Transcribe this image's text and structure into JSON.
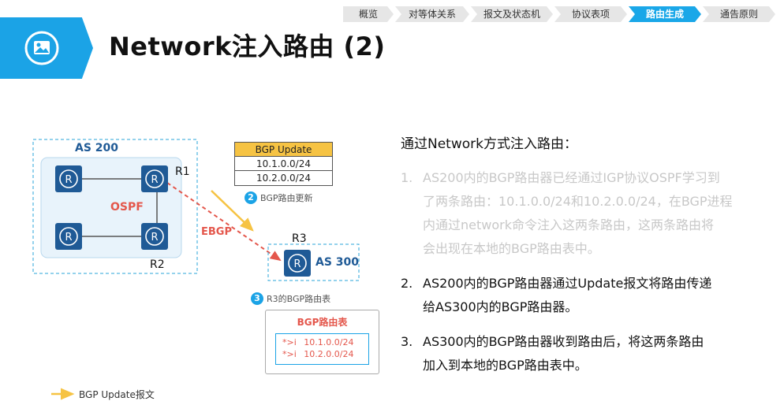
{
  "nav": {
    "items": [
      {
        "label": "概览",
        "active": false
      },
      {
        "label": "对等体关系",
        "active": false
      },
      {
        "label": "报文及状态机",
        "active": false
      },
      {
        "label": "协议表项",
        "active": false
      },
      {
        "label": "路由生成",
        "active": true
      },
      {
        "label": "通告原则",
        "active": false
      }
    ]
  },
  "header": {
    "title": "Network注入路由 (2)",
    "icon": "image-icon"
  },
  "diagram": {
    "as200_label": "AS 200",
    "ospf_label": "OSPF",
    "r1_label": "R1",
    "r2_label": "R2",
    "r3_label": "R3",
    "as300_label": "AS 300",
    "ebgp_label": "EBGP",
    "update_box": {
      "header": "BGP Update",
      "rows": [
        "10.1.0.0/24",
        "10.2.0.0/24"
      ]
    },
    "step2": {
      "num": "2",
      "label": "BGP路由更新"
    },
    "step3": {
      "num": "3",
      "label": "R3的BGP路由表"
    },
    "table_box": {
      "title": "BGP路由表",
      "rows": [
        {
          "flag": "*>i",
          "prefix": "10.1.0.0/24"
        },
        {
          "flag": "*>i",
          "prefix": "10.2.0.0/24"
        }
      ]
    },
    "legend": "BGP Update报文",
    "colors": {
      "router": "#1f5a96",
      "accent": "#1ba3e6",
      "ebgp": "#e4574c",
      "update": "#f6c343"
    }
  },
  "content": {
    "intro": "通过Network方式注入路由：",
    "steps": [
      {
        "num": "1.",
        "lines": [
          "AS200内的BGP路由器已经通过IGP协议OSPF学习到",
          "了两条路由：10.1.0.0/24和10.2.0.0/24，在BGP进程",
          "内通过network命令注入这两条路由，这两条路由将",
          "会出现在本地的BGP路由表中。"
        ],
        "faded": true
      },
      {
        "num": "2.",
        "lines": [
          "AS200内的BGP路由器通过Update报文将路由传递",
          "给AS300内的BGP路由器。"
        ],
        "faded": false
      },
      {
        "num": "3.",
        "lines": [
          "AS300内的BGP路由器收到路由后，将这两条路由",
          "加入到本地的BGP路由表中。"
        ],
        "faded": false
      }
    ]
  }
}
